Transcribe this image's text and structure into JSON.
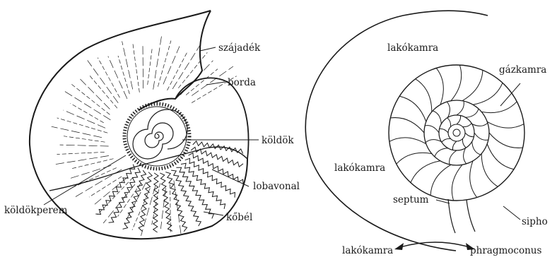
{
  "left_figure": {
    "labels": {
      "aperture": "szájadék",
      "rib": "borda",
      "umbilicus": "köldök",
      "suture_line": "lobavonal",
      "umbilical_margin": "köldökperem",
      "internal_mold": "kőbél"
    }
  },
  "right_figure": {
    "labels": {
      "body_chamber_top": "lakókamra",
      "gas_chamber": "gázkamra",
      "body_chamber_left": "lakókamra",
      "septum": "septum",
      "siphuncle": "sipho",
      "arrow_left": "lakókamra",
      "arrow_right": "phragmoconus"
    }
  }
}
